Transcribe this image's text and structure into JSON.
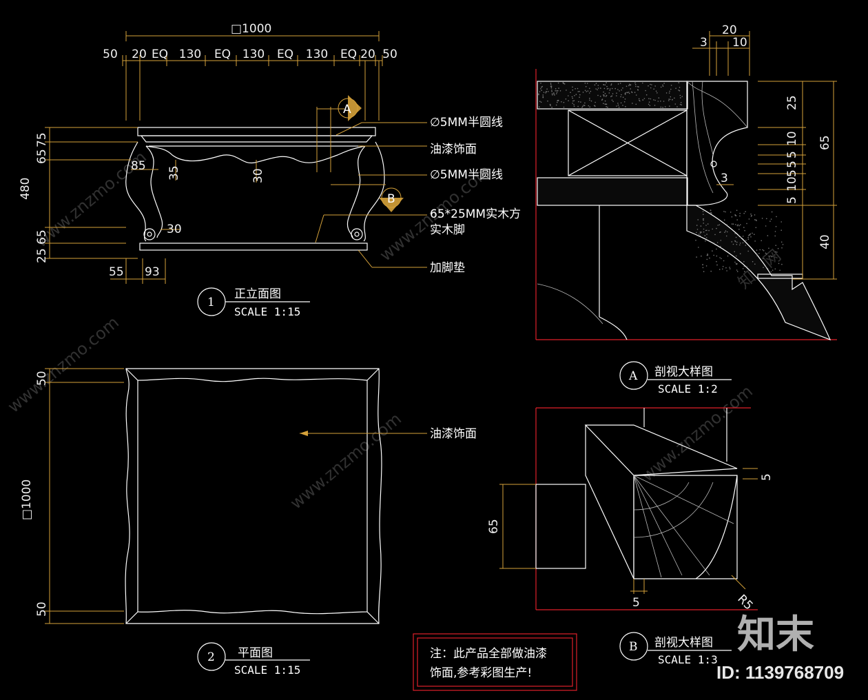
{
  "elevation": {
    "top_overall": "□1000",
    "top_dims": [
      "50",
      "20",
      "EQ",
      "130",
      "EQ",
      "130",
      "EQ",
      "130",
      "EQ",
      "20",
      "50"
    ],
    "left_dims": [
      "480",
      "75",
      "65",
      "65",
      "25"
    ],
    "inner_dims": [
      "85",
      "35",
      "30",
      "30"
    ],
    "bottom_dims": [
      "55",
      "93"
    ],
    "callouts": [
      "∅5MM半圆线",
      "油漆饰面",
      "∅5MM半圆线",
      "65*25MM实木方",
      "实木脚",
      "加脚垫"
    ],
    "marker_a": "A",
    "marker_b": "B",
    "number": "1",
    "title": "正立面图",
    "scale": "SCALE 1:15"
  },
  "plan": {
    "left_dims": [
      "50",
      "□1000",
      "50"
    ],
    "callout": "油漆饰面",
    "number": "2",
    "title": "平面图",
    "scale": "SCALE 1:15"
  },
  "section_a": {
    "top_dims": [
      "20",
      "3",
      "10"
    ],
    "right_dims": [
      "25",
      "65",
      "10",
      "5",
      "5",
      "5",
      "10",
      "5",
      "40"
    ],
    "small_dim": "3",
    "number": "A",
    "title": "剖视大样图",
    "scale": "SCALE 1:2"
  },
  "section_b": {
    "left_dim": "65",
    "right_dim": "5",
    "bottom_dim": "5",
    "radius": "R5",
    "number": "B",
    "title": "剖视大样图",
    "scale": "SCALE 1:3"
  },
  "note": {
    "line1": "注：此产品全部做油漆",
    "line2": "饰面,参考彩图生产!"
  },
  "watermark": {
    "site": "www.znzmo.com",
    "brand": "知末网",
    "logo": "知末",
    "id": "ID: 1139768709"
  },
  "colors": {
    "background": "#000000",
    "line": "#ffffff",
    "dimension": "#d6a23a",
    "frame": "#e0202a",
    "note_border": "#e0202a"
  }
}
